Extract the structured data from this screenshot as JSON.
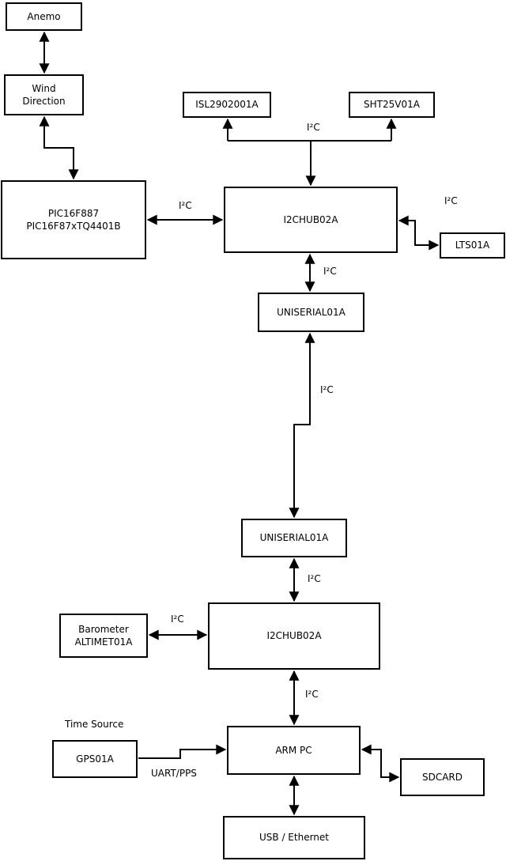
{
  "diagram_type": "block-diagram",
  "colors": {
    "background": "#ffffff",
    "line": "#000000",
    "box_fill": "#ffffff",
    "text": "#000000"
  },
  "boxes": {
    "anemo": {
      "label": "Anemo"
    },
    "wind_direction": {
      "line1": "Wind",
      "line2": "Direction"
    },
    "pic": {
      "line1": "PIC16F887",
      "line2": "PIC16F87xTQ4401B"
    },
    "isl": {
      "label": "ISL2902001A"
    },
    "sht": {
      "label": "SHT25V01A"
    },
    "hub1": {
      "label": "I2CHUB02A"
    },
    "lts": {
      "label": "LTS01A"
    },
    "uniserial1": {
      "label": "UNISERIAL01A"
    },
    "uniserial2": {
      "label": "UNISERIAL01A"
    },
    "hub2": {
      "label": "I2CHUB02A"
    },
    "barometer": {
      "line1": "Barometer",
      "line2": "ALTIMET01A"
    },
    "gps": {
      "label": "GPS01A"
    },
    "armpc": {
      "label": "ARM PC"
    },
    "sdcard": {
      "label": "SDCARD"
    },
    "usb_ethernet": {
      "label": "USB / Ethernet"
    }
  },
  "labels": {
    "i2c": "I²C",
    "time_source": "Time Source",
    "uart_pps": "UART/PPS"
  }
}
